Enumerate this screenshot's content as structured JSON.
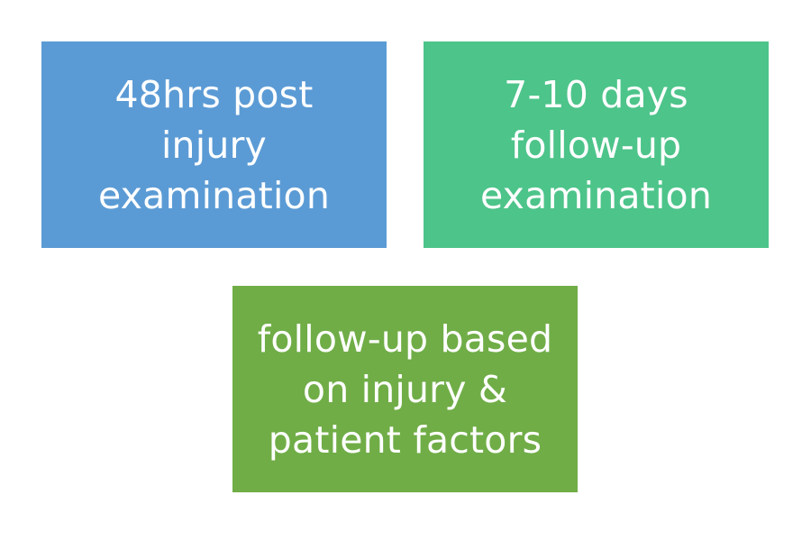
{
  "boxes": [
    {
      "text": "48hrs post\ninjury\nexamination",
      "color": "#5b9bd5"
    },
    {
      "text": "7-10 days\nfollow-up\nexamination",
      "color": "#4dc48a"
    },
    {
      "text": "follow-up based\non injury &\npatient factors",
      "color": "#70ad47"
    }
  ]
}
